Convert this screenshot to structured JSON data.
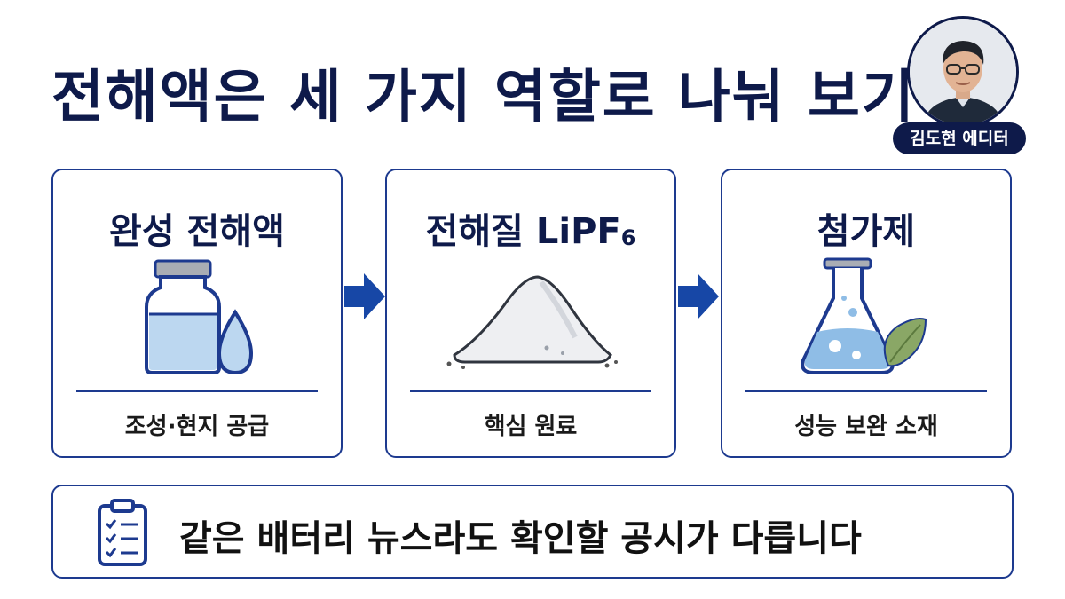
{
  "header": {
    "title": "전해액은 세 가지 역할로 나눠 보기",
    "editor_label": "김도현 에디터"
  },
  "cards": [
    {
      "title": "완성 전해액",
      "caption": "조성·현지 공급",
      "icon": "bottle-drop-icon"
    },
    {
      "title_main": "전해질 LiPF",
      "title_sub": "6",
      "caption": "핵심 원료",
      "icon": "powder-pile-icon"
    },
    {
      "title": "첨가제",
      "caption": "성능 보완 소재",
      "icon": "flask-leaf-icon"
    }
  ],
  "footer": {
    "message": "같은 배터리 뉴스라도 확인할 공시가 다릅니다",
    "icon": "clipboard-checklist-icon"
  },
  "colors": {
    "navy": "#0e1a4a",
    "border_blue": "#1d3a8f",
    "arrow_blue": "#1747a6",
    "liquid_blue": "#bcd7f0"
  }
}
